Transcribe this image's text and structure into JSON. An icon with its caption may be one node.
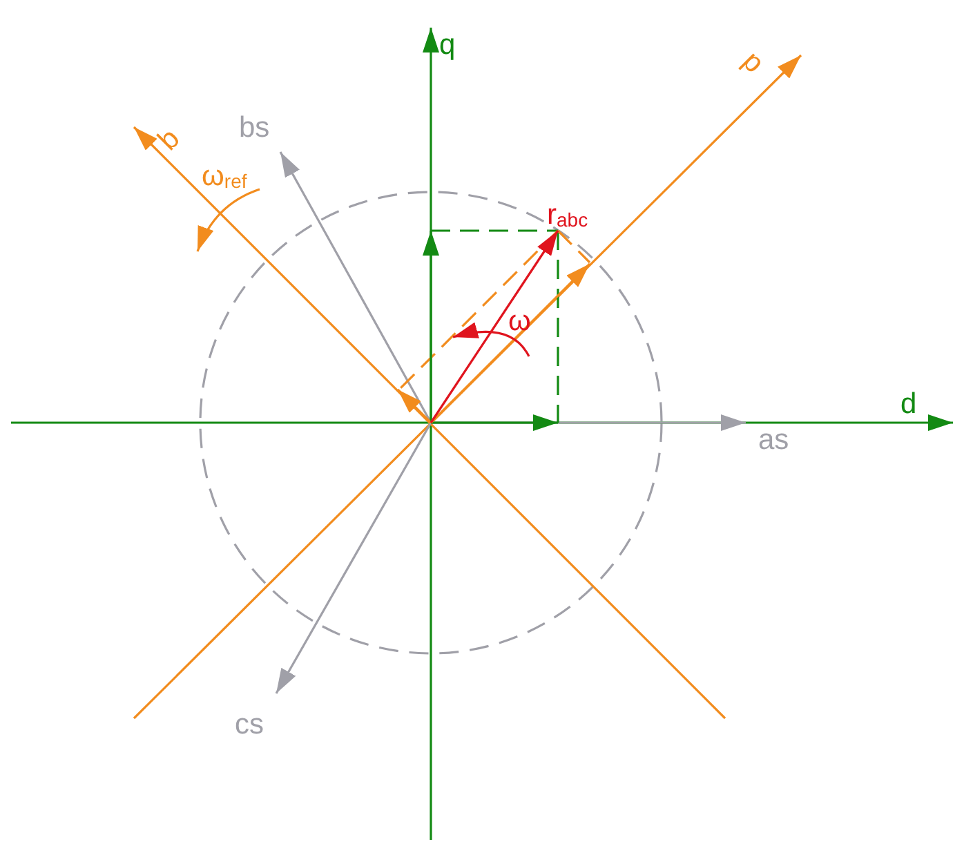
{
  "diagram": {
    "labels": [
      "q",
      "d",
      "d",
      "q",
      "bs",
      "ω$_{ref}$",
      "r$_{abc}$",
      "ω",
      "as",
      "cs"
    ]
  }
}
